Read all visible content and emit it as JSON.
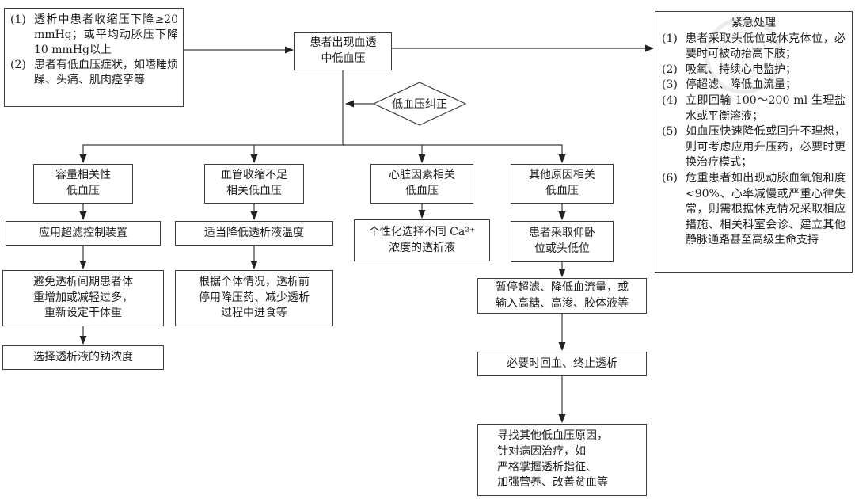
{
  "criteria_box": {
    "items": [
      {
        "num": "(1)",
        "text": "透析中患者收缩压下降≥20 mmHg；或平均动脉压下降10 mmHg以上"
      },
      {
        "num": "(2)",
        "text": "患者有低血压症状，如嗜睡烦躁、头痛、肌肉痉挛等"
      }
    ]
  },
  "start_box": {
    "label": "患者出现血透\n中低血压"
  },
  "decision_diamond": {
    "label": "低血压纠正"
  },
  "emergency_box": {
    "title": "紧急处理",
    "items": [
      {
        "num": "(1)",
        "text": "患者采取头低位或休克体位，必要时可被动抬高下肢；"
      },
      {
        "num": "(2)",
        "text": "吸氧、持续心电监护；"
      },
      {
        "num": "(3)",
        "text": "停超滤、降低血流量；"
      },
      {
        "num": "(4)",
        "text": "立即回输 100～200 ml 生理盐水或平衡溶液；"
      },
      {
        "num": "(5)",
        "text": "如血压快速降低或回升不理想，则可考虑应用升压药，必要时更换治疗模式；"
      },
      {
        "num": "(6)",
        "text": "危重患者如出现动脉血氧饱和度<90%、心率减慢或严重心律失常，则需根据休克情况采取相应措施、相关科室会诊、建立其他静脉通路甚至高级生命支持"
      }
    ]
  },
  "branches": [
    {
      "header": "容量相关性\n低血压",
      "steps": [
        "应用超滤控制装置",
        "避免透析间期患者体\n重增加或减轻过多，\n重新设定干体重",
        "选择透析液的钠浓度"
      ]
    },
    {
      "header": "血管收缩不足\n相关低血压",
      "steps": [
        "适当降低透析液温度",
        "根据个体情况，透析前\n停用降压药、减少透析\n过程中进食等"
      ]
    },
    {
      "header": "心脏因素相关\n低血压",
      "steps": [
        "个性化选择不同 Ca²⁺\n浓度的透析液"
      ]
    },
    {
      "header": "其他原因相关\n低血压",
      "steps": [
        "患者采取仰卧\n位或头低位",
        "暂停超滤、降低血流量，或\n输入高糖、高渗、胶体液等",
        "必要时回血、终止透析",
        "寻找其他低血压原因，\n针对病因治疗，如\n严格掌握透析指征、\n加强营养、改善贫血等"
      ]
    }
  ]
}
